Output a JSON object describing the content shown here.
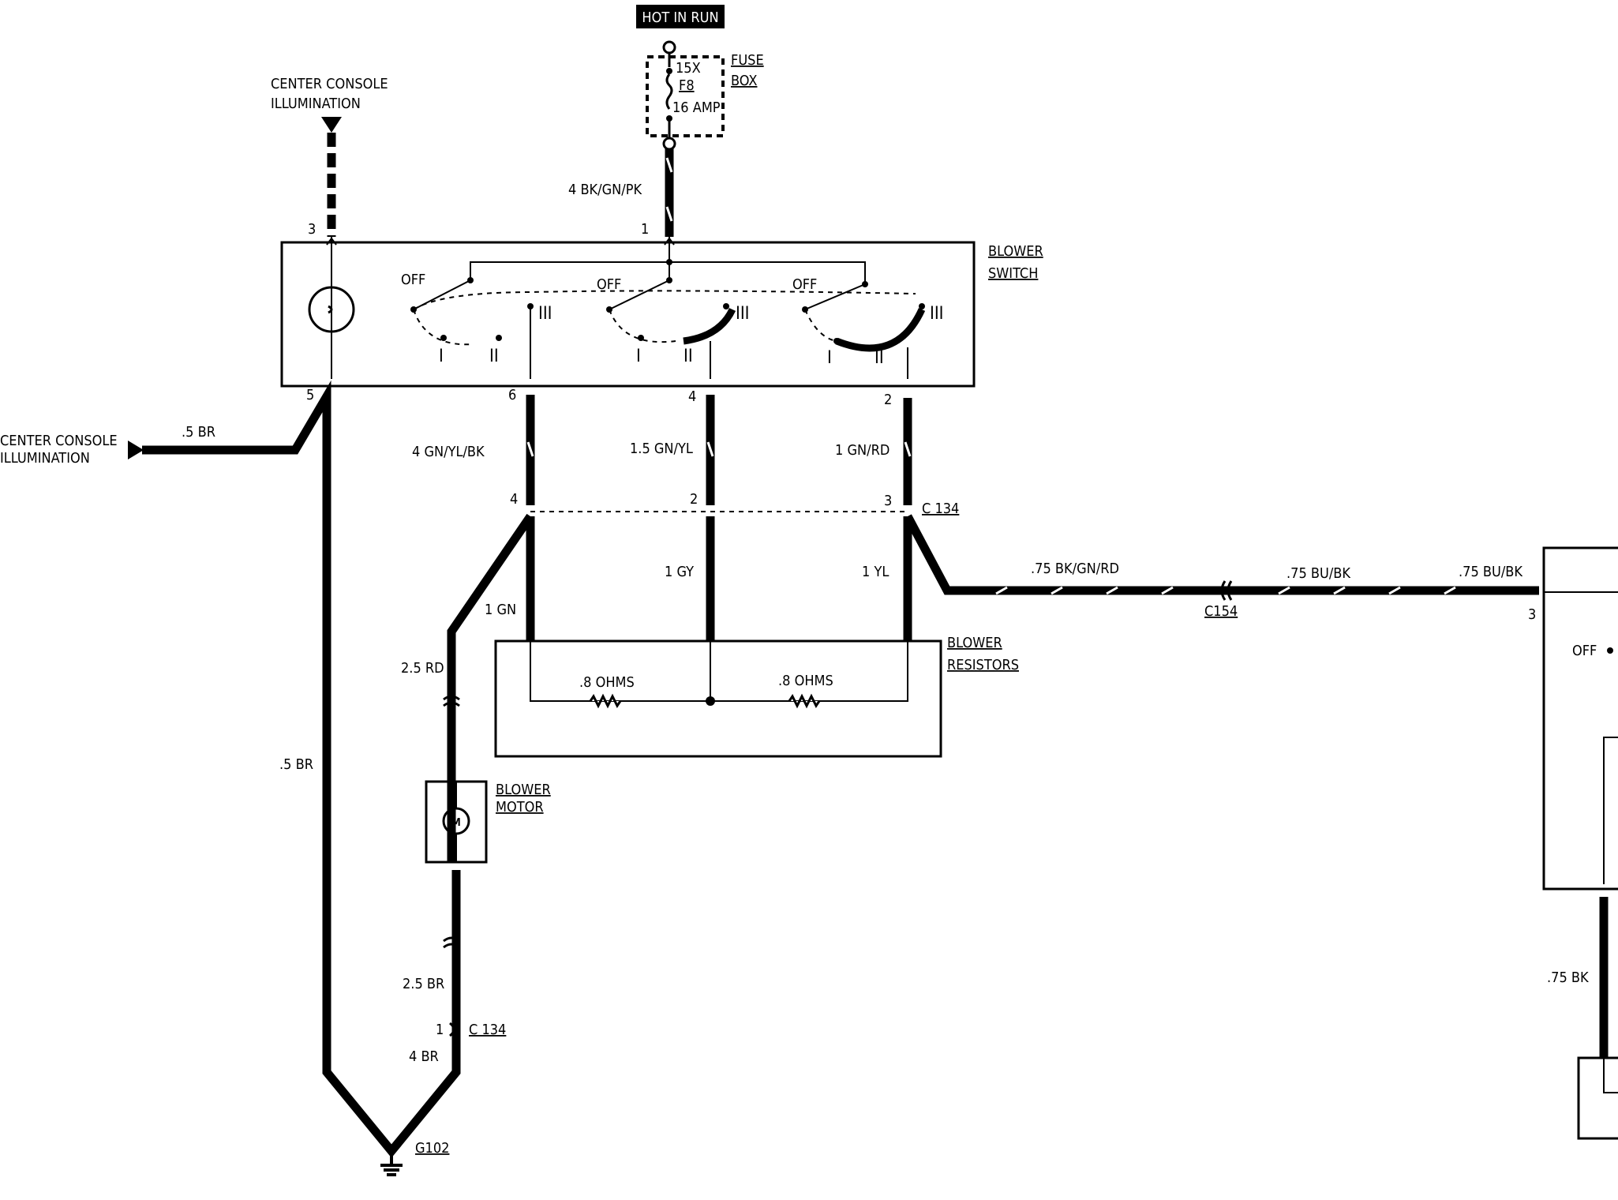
{
  "header": {
    "hot_in_run": "HOT IN RUN"
  },
  "fuse_box": {
    "title_1": "FUSE",
    "title_2": "BOX",
    "line1": "15X",
    "line2": "F8",
    "line3": "16 AMP"
  },
  "center_console_top": {
    "line1": "CENTER CONSOLE",
    "line2": "ILLUMINATION"
  },
  "center_console_left": {
    "line1": "CENTER CONSOLE",
    "line2": "ILLUMINATION"
  },
  "blower_switch": {
    "title_1": "BLOWER",
    "title_2": "SWITCH",
    "off_labels": [
      "OFF",
      "OFF",
      "OFF"
    ],
    "positions": [
      "I",
      "II",
      "III"
    ],
    "pins": {
      "p1": "1",
      "p3": "3",
      "p5": "5",
      "p6": "6",
      "p4": "4",
      "p2": "2"
    }
  },
  "wires": {
    "feed": "4 BK/GN/PK",
    "illum": ".5 BR",
    "ground_left": ".5 BR",
    "pin6": "4 GN/YL/BK",
    "pin4": "1.5 GN/YL",
    "pin2": "1 GN/RD",
    "gy": "1 GY",
    "yl": "1 YL",
    "gn": "1 GN",
    "rd": "2.5 RD",
    "motor_br": "2.5 BR",
    "br4": "4 BR",
    "bk_gn_rd": ".75 BK/GN/RD",
    "bu_bk_1": ".75 BU/BK",
    "bu_bk_2": ".75 BU/BK",
    "bk": ".75 BK"
  },
  "connectors": {
    "c134_upper": "C 134",
    "c134_lower": "C 134",
    "c154": "C154",
    "c134_pins": [
      "4",
      "2",
      "3"
    ],
    "c134_lower_pin": "1",
    "right_pin": "3"
  },
  "resistors": {
    "title_1": "BLOWER",
    "title_2": "RESISTORS",
    "r1": ".8 OHMS",
    "r2": ".8 OHMS"
  },
  "blower_motor": {
    "title_1": "BLOWER",
    "title_2": "MOTOR",
    "symbol": "M"
  },
  "ground": {
    "label": "G102"
  },
  "right_panel": {
    "off": "OFF"
  }
}
